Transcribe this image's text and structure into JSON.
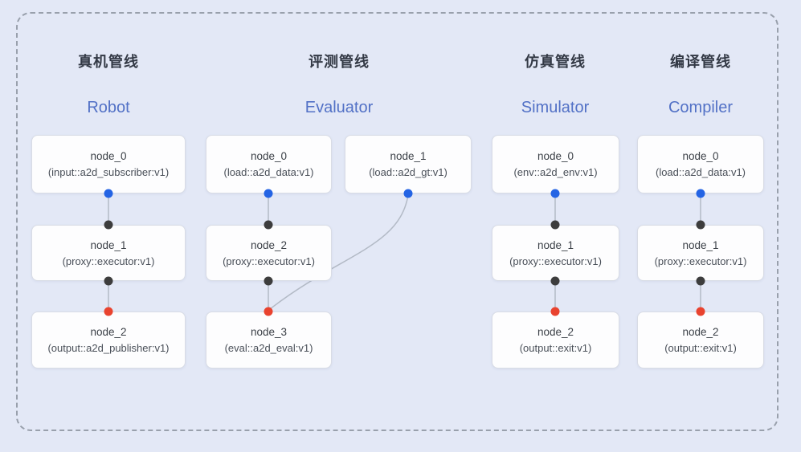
{
  "palette": {
    "background": "#e3e8f6",
    "frame_border": "#99a0ac",
    "box_fill": "#fdfdfe",
    "box_border": "#d8dce5",
    "edge_line": "#b3bac6",
    "dot_blue": "#2464e4",
    "dot_black": "#3d3d3d",
    "dot_red": "#e9432f",
    "zh_title_color": "#333945",
    "en_title_color": "#5271c6"
  },
  "pipelines": [
    {
      "title_zh": "真机管线",
      "title_en": "Robot",
      "nodes": [
        {
          "name": "node_0",
          "type": "(input::a2d_subscriber:v1)"
        },
        {
          "name": "node_1",
          "type": "(proxy::executor:v1)"
        },
        {
          "name": "node_2",
          "type": "(output::a2d_publisher:v1)"
        }
      ]
    },
    {
      "title_zh": "评测管线",
      "title_en": "Evaluator",
      "nodes": [
        {
          "name": "node_0",
          "type": "(load::a2d_data:v1)"
        },
        {
          "name": "node_1",
          "type": "(load::a2d_gt:v1)"
        },
        {
          "name": "node_2",
          "type": "(proxy::executor:v1)"
        },
        {
          "name": "node_3",
          "type": "(eval::a2d_eval:v1)"
        }
      ]
    },
    {
      "title_zh": "仿真管线",
      "title_en": "Simulator",
      "nodes": [
        {
          "name": "node_0",
          "type": "(env::a2d_env:v1)"
        },
        {
          "name": "node_1",
          "type": "(proxy::executor:v1)"
        },
        {
          "name": "node_2",
          "type": "(output::exit:v1)"
        }
      ]
    },
    {
      "title_zh": "编译管线",
      "title_en": "Compiler",
      "nodes": [
        {
          "name": "node_0",
          "type": "(load::a2d_data:v1)"
        },
        {
          "name": "node_1",
          "type": "(proxy::executor:v1)"
        },
        {
          "name": "node_2",
          "type": "(output::exit:v1)"
        }
      ]
    }
  ]
}
